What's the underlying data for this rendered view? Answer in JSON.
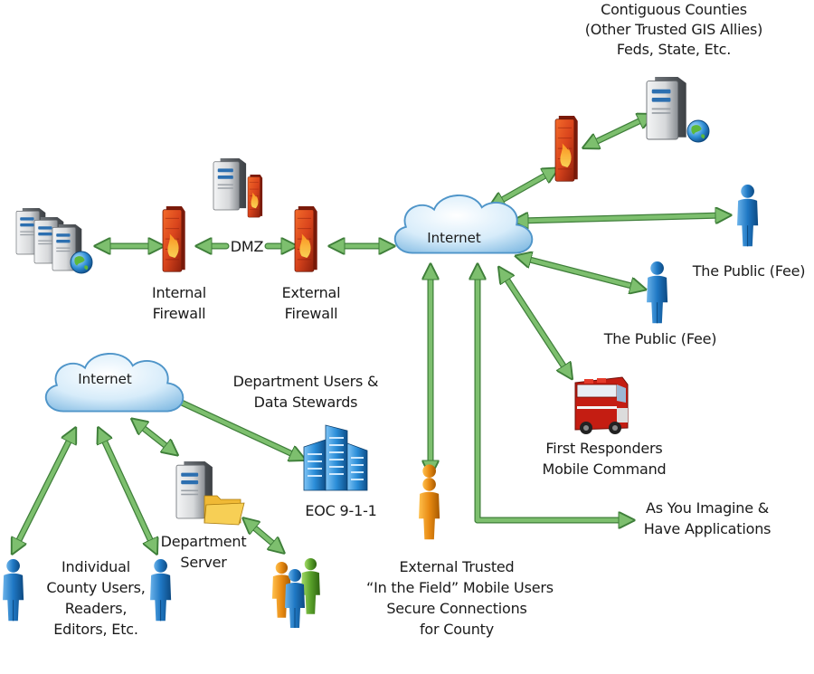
{
  "diagram": {
    "colors": {
      "arrow": "#7dbf6e",
      "arrow_stroke": "#3f7f3a",
      "cloud": "#c7e3f6",
      "cloud_edge": "#5a9fd0",
      "firewall": "#d9441c",
      "person_blue": "#1f78c4",
      "person_orange": "#e88a12",
      "person_green": "#59a12a",
      "server": "#d8dadc",
      "building": "#2a8dd8"
    },
    "nodes": {
      "main_server": {
        "icon": "server-cluster-globe-icon"
      },
      "internal_firewall": {
        "icon": "firewall-icon",
        "label": [
          "Internal",
          "Firewall"
        ]
      },
      "dmz": {
        "icon": "dmz-server-firewall-icon",
        "label": "DMZ"
      },
      "external_firewall": {
        "icon": "firewall-icon",
        "label": [
          "External",
          "Firewall"
        ]
      },
      "internet_main": {
        "icon": "cloud-icon",
        "label": "Internet"
      },
      "allies_firewall": {
        "icon": "firewall-icon"
      },
      "allies_server": {
        "icon": "server-globe-icon",
        "label": [
          "Contiguous Counties",
          "(Other Trusted GIS Allies)",
          "Feds, State, Etc."
        ]
      },
      "public_1": {
        "icon": "person-icon",
        "label": "The Public (Fee)"
      },
      "public_2": {
        "icon": "person-icon",
        "label": "The Public (Fee)"
      },
      "first_responders": {
        "icon": "fire-truck-icon",
        "label": [
          "First Responders",
          "Mobile Command"
        ]
      },
      "applications": {
        "label": [
          "As You Imagine &",
          "Have Applications"
        ]
      },
      "field_users": {
        "icon": "person-icon",
        "label": [
          "External Trusted",
          "“In the Field” Mobile Users",
          "Secure Connections",
          "for County"
        ]
      },
      "internet_local": {
        "icon": "cloud-icon",
        "label": "Internet"
      },
      "dept_users": {
        "icon": "building-icon",
        "label": [
          "Department Users &",
          "Data Stewards"
        ],
        "sublabel": "EOC 9-1-1"
      },
      "dept_server": {
        "icon": "server-folder-icon",
        "label": [
          "Department",
          "Server"
        ]
      },
      "group_users": {
        "icon": "people-group-icon"
      },
      "county_users": {
        "icon": "person-icon",
        "label": [
          "Individual",
          "County Users,",
          "Readers,",
          "Editors, Etc."
        ]
      }
    }
  }
}
